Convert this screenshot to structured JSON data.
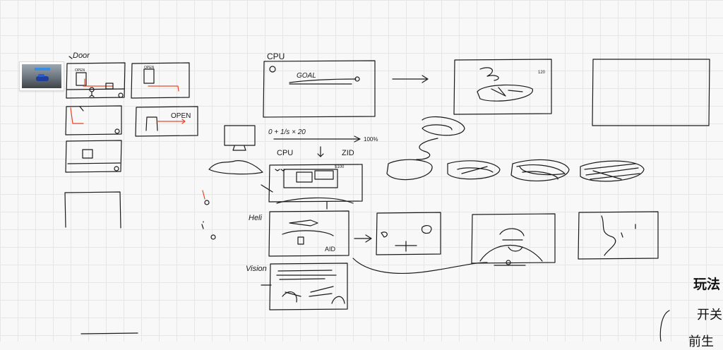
{
  "canvas": {
    "background": "#f8f8f8",
    "grid_color": "#e6e6e6",
    "ink_color": "#1a1a1a",
    "accent_color": "#e8472b"
  },
  "thumbnail": {
    "label": "gameplay-screenshot-thumbnail"
  },
  "sketch_labels": {
    "door": "Door",
    "open_small": "OPEN",
    "open_small_2": "OPEN",
    "open_large": "OPEN",
    "cpu_top": "CPU",
    "goal": "GOAL",
    "cpu_mid": "CPU",
    "zid": "ZID",
    "formula": "0   + 1/s × 20",
    "hundred": "100%",
    "heli": "Heli",
    "aid": "AID",
    "vision": "Vision",
    "score_value": "120",
    "score_value_2": "$100"
  },
  "right_panel": {
    "title": "玩法",
    "line1": "开关",
    "line2": "前生"
  }
}
